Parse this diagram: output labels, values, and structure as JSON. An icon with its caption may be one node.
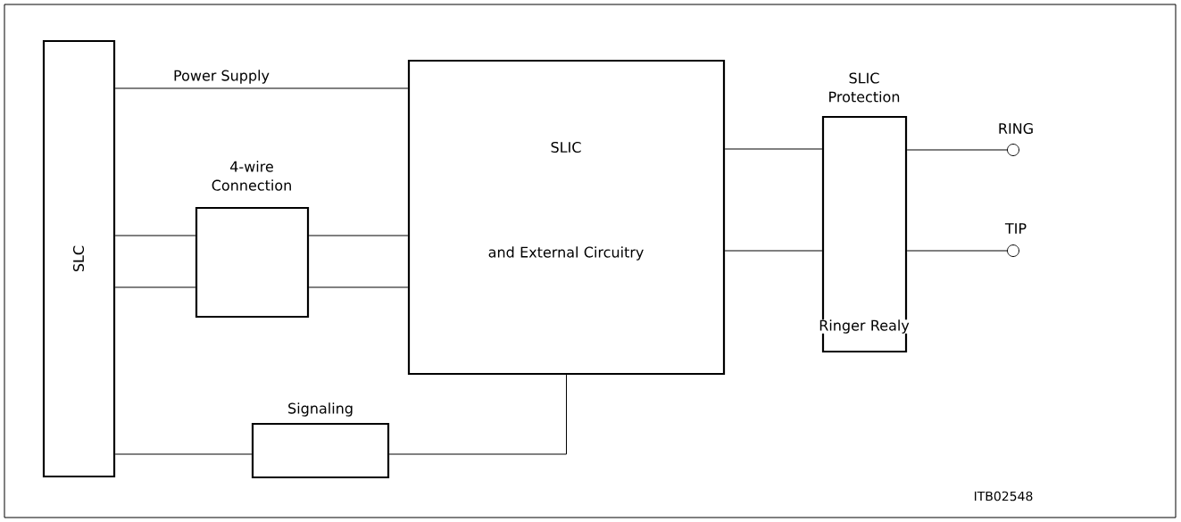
{
  "diagram": {
    "nodes": [
      {
        "text": [
          "SLC"
        ]
      },
      {
        "text": [
          "SLIC",
          "and External Circuitry"
        ]
      },
      {
        "text": [
          "4-wire Connection"
        ]
      },
      {
        "text": [
          "Signaling"
        ]
      },
      {
        "text": [
          "SLIC Protection",
          "Ringer Realy"
        ]
      },
      {
        "text": [
          "RING"
        ]
      },
      {
        "text": [
          "TIP"
        ]
      }
    ],
    "edges": [
      {
        "from": 0,
        "to": 1,
        "arrow": "none",
        "label": "Power Supply"
      },
      {
        "from": 0,
        "to": 2,
        "arrow": "none"
      },
      {
        "from": 0,
        "to": 2,
        "arrow": "none"
      },
      {
        "from": 2,
        "to": 1,
        "arrow": "none"
      },
      {
        "from": 2,
        "to": 1,
        "arrow": "none"
      },
      {
        "from": 0,
        "to": 3,
        "arrow": "none"
      },
      {
        "from": 3,
        "to": 1,
        "arrow": "none"
      },
      {
        "from": 1,
        "to": 4,
        "arrow": "none"
      },
      {
        "from": 1,
        "to": 4,
        "arrow": "none"
      },
      {
        "from": 4,
        "to": 5,
        "arrow": "none"
      },
      {
        "from": 4,
        "to": 6,
        "arrow": "none"
      }
    ],
    "labels": [
      "ITB02548"
    ]
  }
}
